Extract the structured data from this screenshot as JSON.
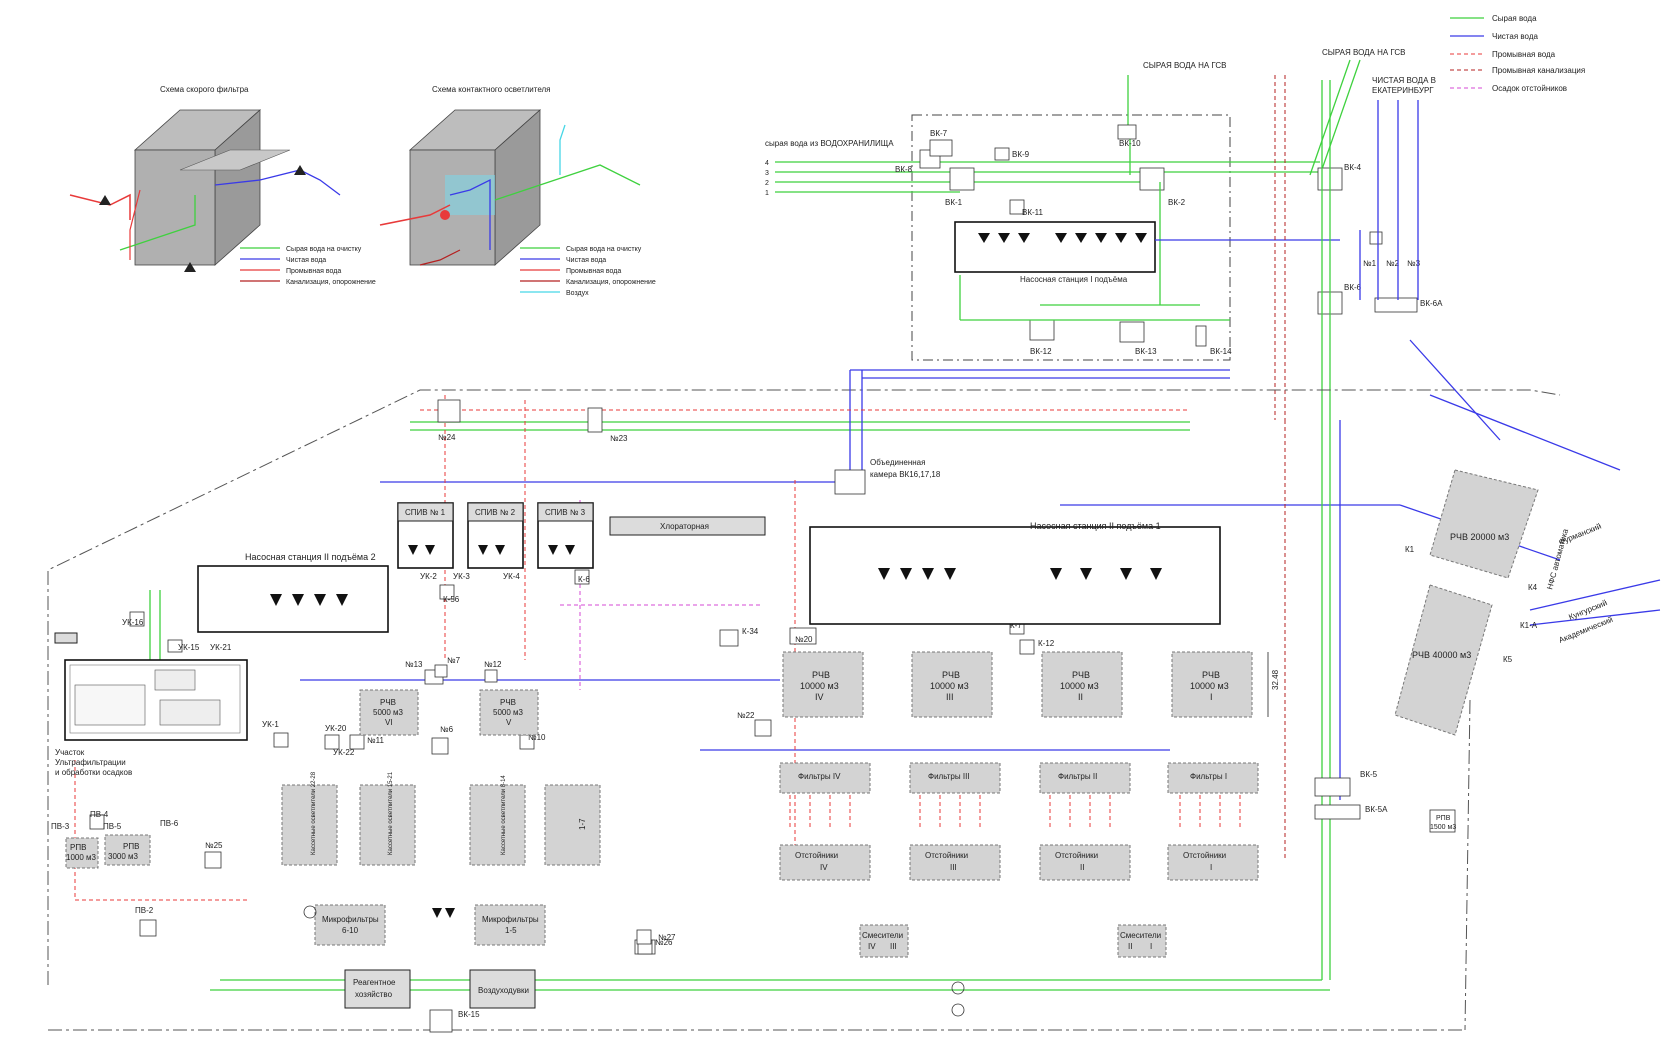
{
  "legend": {
    "items": [
      {
        "label": "Сырая вода",
        "color": "#3fd13f",
        "dash": false
      },
      {
        "label": "Чистая вода",
        "color": "#3a3ae8",
        "dash": false
      },
      {
        "label": "Промывная вода",
        "color": "#e83a3a",
        "dash": true
      },
      {
        "label": "Промывная канализация",
        "color": "#b52020",
        "dash": true
      },
      {
        "label": "Осадок отстойников",
        "color": "#d64ad6",
        "dash": true
      }
    ]
  },
  "fast_filter": {
    "title": "Схема скорого фильтра",
    "legend": [
      "Сырая вода на очистку",
      "Чистая вода",
      "Промывная вода",
      "Канализация, опорожнение"
    ]
  },
  "contact_clarifier": {
    "title": "Схема контактного осветлителя",
    "legend": [
      "Сырая вода на очистку",
      "Чистая вода",
      "Промывная вода",
      "Канализация, опорожнение",
      "Воздух"
    ]
  },
  "top_labels": {
    "raw_gsv_1": "СЫРАЯ ВОДА НА ГСВ",
    "raw_gsv_2": "СЫРАЯ ВОДА НА ГСВ",
    "clean_ekb_1": "ЧИСТАЯ ВОДА В",
    "clean_ekb_2": "ЕКАТЕРИНБУРГ",
    "reservoir": "сырая вода из ВОДОХРАНИЛИЩА",
    "pipes": [
      "4",
      "3",
      "2",
      "1"
    ]
  },
  "wells": {
    "vk1": "ВК-1",
    "vk2": "ВК-2",
    "vk4": "ВК-4",
    "vk5": "ВК-5",
    "vk5a": "ВК-5А",
    "vk6": "ВК-6",
    "vk6a": "ВК-6А",
    "vk7": "ВК-7",
    "vk8": "ВК-8",
    "vk9": "ВК-9",
    "vk10": "ВК-10",
    "vk11": "ВК-11",
    "vk12": "ВК-12",
    "vk13": "ВК-13",
    "vk14": "ВК-14",
    "vk15": "ВК-15",
    "n1": "№1",
    "n2": "№2",
    "n3": "№3",
    "n6": "№6",
    "n7": "№7",
    "n10": "№10",
    "n11": "№11",
    "n12": "№12",
    "n13": "№13",
    "n20": "№20",
    "n22": "№22",
    "n23": "№23",
    "n24": "№24",
    "n25": "№25",
    "n26": "№26",
    "n27": "№27",
    "uk1": "УК-1",
    "uk2": "УК-2",
    "uk3": "УК-3",
    "uk4": "УК-4",
    "uk15": "УК-15",
    "uk16": "УК-16",
    "uk20": "УК-20",
    "uk21": "УК-21",
    "uk22": "УК-22",
    "k1": "К1",
    "k1a": "К1-А",
    "k4": "К4",
    "k5": "К5",
    "k6": "К-6",
    "k7": "К-7",
    "k12": "К-12",
    "k34": "К-34",
    "k56": "К-56",
    "pv2": "ПВ-2",
    "pv3": "ПВ-3",
    "pv4": "ПВ-4",
    "pv5": "ПВ-5",
    "pv6": "ПВ-6"
  },
  "stations": {
    "ps1": "Насосная станция I подъёма",
    "ps2_1": "Насосная станция II подъёма 1",
    "ps2_2": "Насосная станция II подъёма 2",
    "combined_1": "Объединенная",
    "combined_2": "камера ВК16,17,18",
    "spiv1": "СПИВ № 1",
    "spiv2": "СПИВ № 2",
    "spiv3": "СПИВ № 3",
    "chlor": "Хлораторная",
    "uf_1": "Участок",
    "uf_2": "Ультрафильтрации",
    "uf_3": "и обработки осадков",
    "reagent_1": "Реагентное",
    "reagent_2": "хозяйство",
    "blowers": "Воздуходувки",
    "micro1_1": "Микрофильтры",
    "micro1_2": "6-10",
    "micro2_1": "Микрофильтры",
    "micro2_2": "1-5"
  },
  "tanks": {
    "rchv_vi": [
      "РЧВ",
      "5000 м3",
      "VI"
    ],
    "rchv_v": [
      "РЧВ",
      "5000 м3",
      "V"
    ],
    "rchv_iv": [
      "РЧВ",
      "10000 м3",
      "IV"
    ],
    "rchv_iii": [
      "РЧВ",
      "10000 м3",
      "III"
    ],
    "rchv_ii": [
      "РЧВ",
      "10000 м3",
      "II"
    ],
    "rchv_i": [
      "РЧВ",
      "10000 м3",
      "I"
    ],
    "rchv_20000": "РЧВ 20000 м3",
    "rchv_40000": "РЧВ 40000 м3",
    "rpv_1000": [
      "РПВ",
      "1000 м3"
    ],
    "rpv_3000": [
      "РПВ",
      "3000 м3"
    ],
    "rpv_1500": [
      "РПВ",
      "1500 м3"
    ],
    "dim": "32.48"
  },
  "filters": {
    "iv": "Фильтры IV",
    "iii": "Фильтры III",
    "ii": "Фильтры II",
    "i": "Фильтры I"
  },
  "settlers": {
    "iv": [
      "Отстойники",
      "IV"
    ],
    "iii": [
      "Отстойники",
      "III"
    ],
    "ii": [
      "Отстойники",
      "II"
    ],
    "i": [
      "Отстойники",
      "I"
    ]
  },
  "mixers": {
    "m1": [
      "Смесители",
      "IV",
      "III"
    ],
    "m2": [
      "Смесители",
      "II",
      "I"
    ]
  },
  "cassettes": {
    "c1": "Кассетные осветлители 22-28",
    "c2": "Кассетные осветлители 15-21",
    "c3": "Кассетные осветлители 8-14",
    "c4": "1-7"
  },
  "streets": {
    "s1": "Фурманский",
    "s2": "Кунгурский",
    "s3": "Академический",
    "s4": "НФС автоматика"
  }
}
